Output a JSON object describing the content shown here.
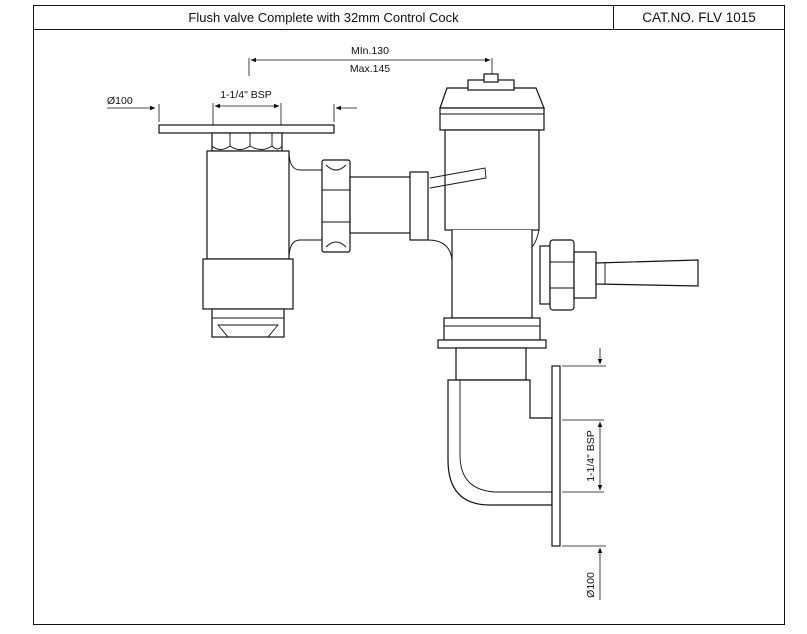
{
  "header": {
    "title": "Flush valve Complete with 32mm Control Cock",
    "catalog_number": "CAT.NO. FLV 1015"
  },
  "dimensions": {
    "length_min": "MIn.130",
    "length_max": "Max.145",
    "inlet_flange_diameter": "Ø100",
    "inlet_thread": "1-1/4\" BSP",
    "outlet_thread": "1-1/4\" BSP",
    "outlet_flange_diameter": "Ø100"
  }
}
